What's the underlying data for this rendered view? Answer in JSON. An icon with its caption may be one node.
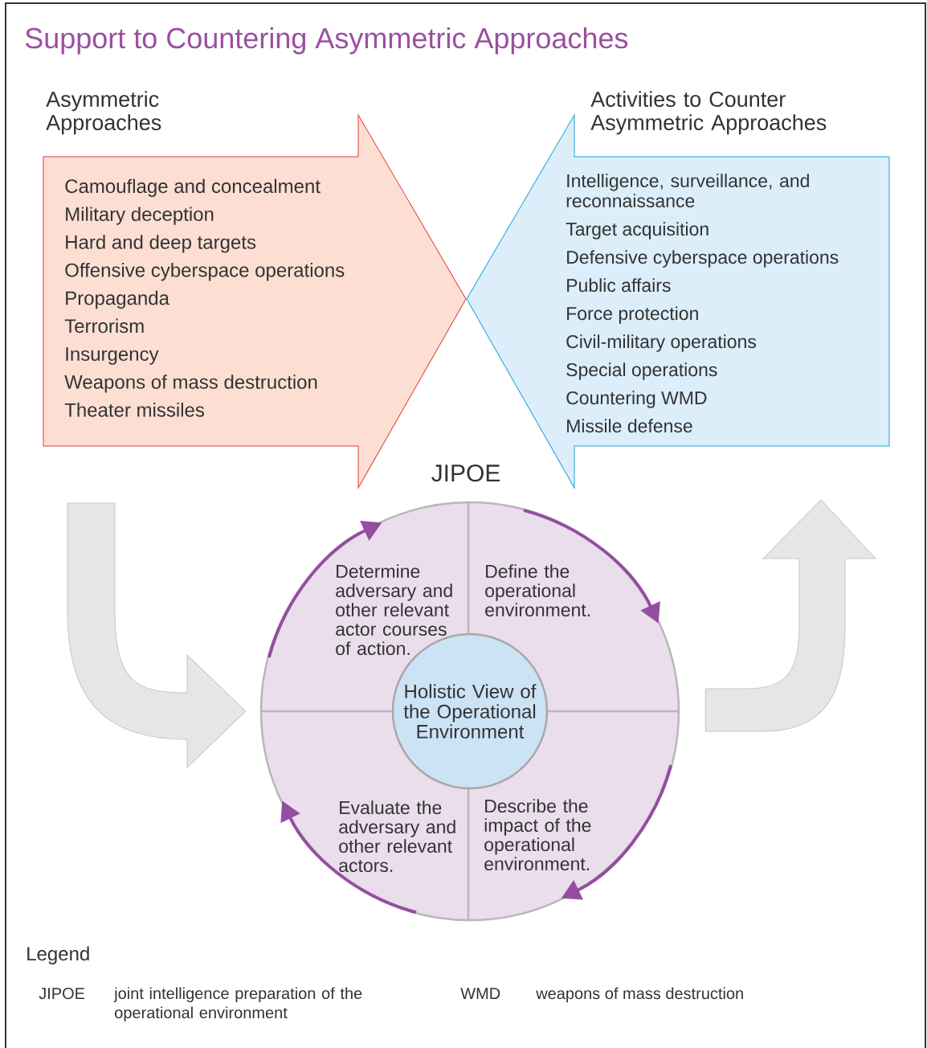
{
  "diagram": {
    "title": "Support to Countering Asymmetric Approaches",
    "nodes": [
      {
        "text": [
          "Asymmetric Approaches",
          "Camouflage and concealment",
          "Military deception",
          "Hard and deep targets",
          "Offensive cyberspace operations",
          "Propaganda",
          "Terrorism",
          "Insurgency",
          "Weapons of mass destruction",
          "Theater missiles"
        ]
      },
      {
        "text": [
          "Activities to Counter Asymmetric Approaches",
          "Intelligence, surveillance, and reconnaissance",
          "Target acquisition",
          "Defensive cyberspace operations",
          "Public affairs",
          "Force protection",
          "Civil-military operations",
          "Special operations",
          "Countering WMD",
          "Missile defense"
        ]
      },
      {
        "text": [
          "JIPOE"
        ]
      },
      {
        "text": [
          "Determine adversary and other relevant actor courses of action."
        ],
        "in": 2
      },
      {
        "text": [
          "Define the operational environment."
        ],
        "in": 2
      },
      {
        "text": [
          "Evaluate the adversary and other relevant actors."
        ],
        "in": 2
      },
      {
        "text": [
          "Describe the impact of the operational environment."
        ],
        "in": 2
      },
      {
        "text": [
          "Holistic View of the Operational Environment"
        ],
        "in": 2
      }
    ],
    "edges": [
      {
        "from": null,
        "to": 2,
        "arrow": "to",
        "style": "thick",
        "color": "#e6e6e6"
      },
      {
        "from": 2,
        "to": null,
        "arrow": "to",
        "style": "thick",
        "color": "#e6e6e6"
      }
    ],
    "labels": [
      "Legend",
      "JIPOE",
      "joint intelligence preparation of the operational environment",
      "WMD",
      "weapons of mass destruction"
    ]
  }
}
